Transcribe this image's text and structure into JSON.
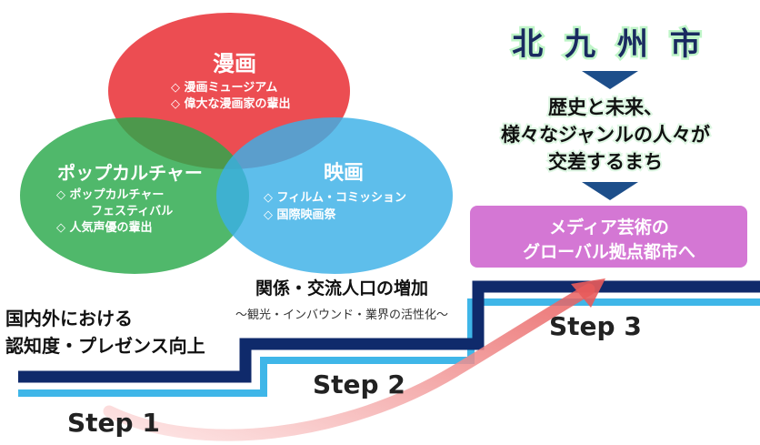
{
  "city": {
    "title": "北 九 州 市"
  },
  "vision": {
    "lines": [
      "歴史と未来、",
      "様々なジャンルの人々が",
      "交差するまち"
    ]
  },
  "goal": {
    "lines": [
      "メディア芸術の",
      "グローバル拠点都市へ"
    ]
  },
  "venn": {
    "manga": {
      "title": "漫画",
      "items": [
        "◇ 漫画ミュージアム",
        "◇ 偉大な漫画家の輩出"
      ]
    },
    "popculture": {
      "title": "ポップカルチャー",
      "items": [
        "◇ ポップカルチャー",
        "フェスティバル",
        "◇ 人気声優の輩出"
      ]
    },
    "film": {
      "title": "映画",
      "items": [
        "◇ フィルム・コミッション",
        "◇ 国際映画祭"
      ]
    }
  },
  "steps": {
    "step1": {
      "label": "Step 1",
      "lines": [
        "国内外における",
        "認知度・プレゼンス向上"
      ]
    },
    "step2": {
      "label": "Step 2",
      "title": "関係・交流人口の増加",
      "subtitle": "〜観光・インバウンド・業界の活性化〜"
    },
    "step3": {
      "label": "Step 3"
    }
  },
  "colors": {
    "manga_circle": "#e8262c",
    "pop_circle": "#2aa84a",
    "film_circle": "#3bb0e6",
    "step_navy": "#0f2a6b",
    "step_light": "#3fb6e8",
    "arrow_navy": "#1d4e8a",
    "goal_box": "#d477d4",
    "curve_arrow": "#e85b5b"
  }
}
